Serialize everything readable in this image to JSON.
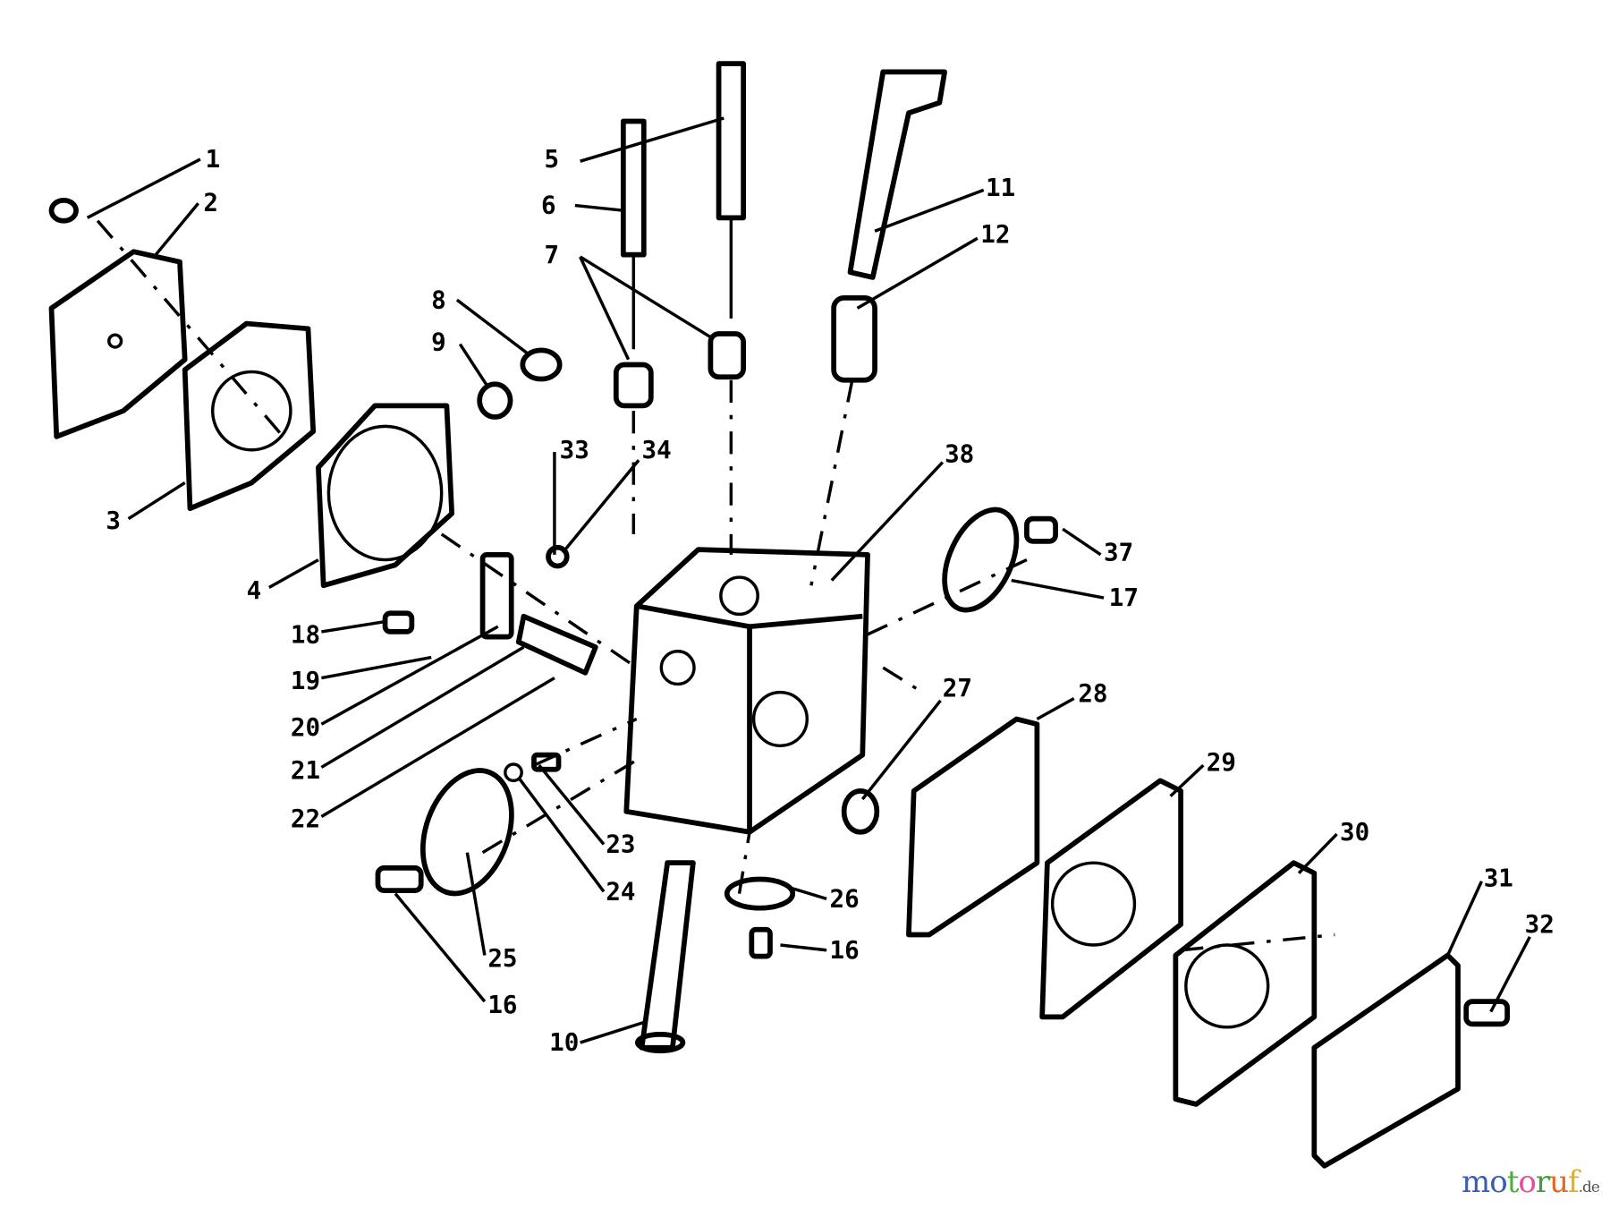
{
  "diagram": {
    "labels": [
      "1",
      "2",
      "3",
      "4",
      "5",
      "6",
      "7",
      "8",
      "9",
      "33",
      "34",
      "38",
      "11",
      "12",
      "37",
      "17",
      "18",
      "19",
      "20",
      "21",
      "22",
      "27",
      "28",
      "29",
      "23",
      "24",
      "26",
      "16",
      "25",
      "16",
      "10",
      "30",
      "31",
      "32"
    ]
  },
  "watermark": {
    "letters": [
      "m",
      "o",
      "t",
      "o",
      "r",
      "u",
      "f"
    ],
    "suffix": ".de",
    "colors": [
      "#3b5cb0",
      "#3b5cb0",
      "#4caf3c",
      "#e0509a",
      "#3f9e3f",
      "#e06a20",
      "#e0b020"
    ]
  }
}
